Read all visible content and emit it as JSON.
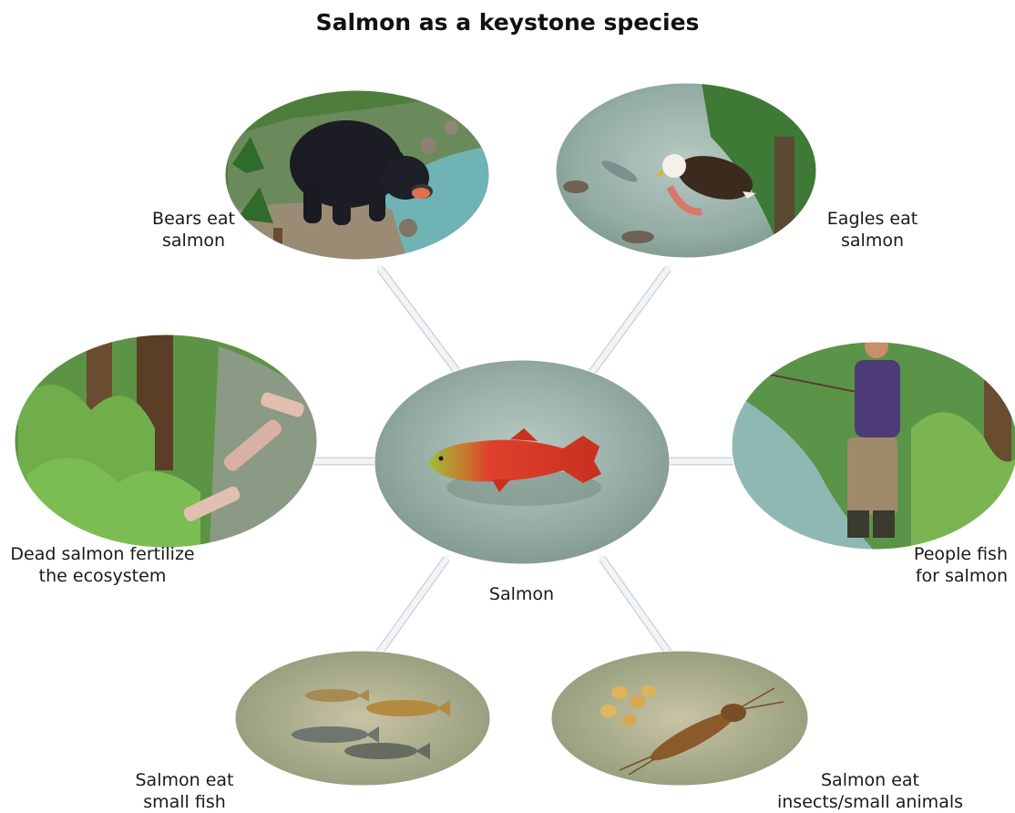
{
  "title": "Salmon as a keystone species",
  "center_label": "Salmon",
  "nodes": {
    "bears": [
      "Bears eat",
      "salmon"
    ],
    "eagles": [
      "Eagles eat",
      "salmon"
    ],
    "dead": [
      "Dead salmon fertilize",
      "the ecosystem"
    ],
    "people": [
      "People fish",
      "for salmon"
    ],
    "small_fish": [
      "Salmon eat",
      "small fish"
    ],
    "insects": [
      "Salmon eat",
      "insects/small animals"
    ]
  },
  "colors": {
    "salmon_red": "#d9382a",
    "salmon_head": "#9fbf3b",
    "water": "#9db5ad",
    "forest": "#3f7a33",
    "arrow": "#e4e8ec"
  }
}
